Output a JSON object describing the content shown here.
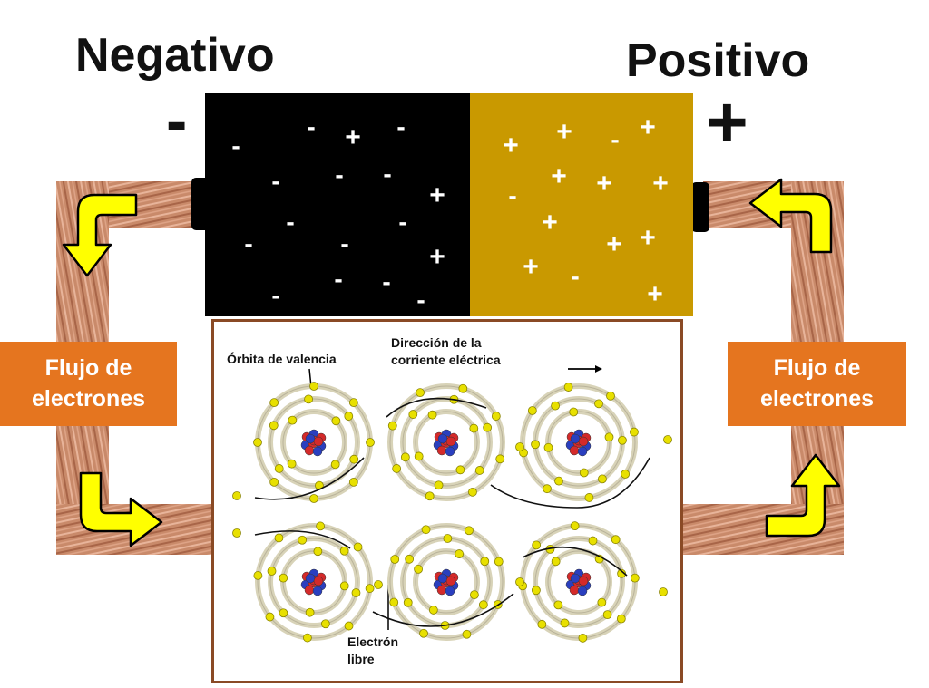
{
  "labels": {
    "negative_title": "Negativo",
    "positive_title": "Positivo",
    "negative_sign": "-",
    "positive_sign": "+"
  },
  "battery": {
    "negative_color": "#000000",
    "positive_color": "#c99900",
    "negative_side_charges": [
      "-",
      "-",
      "+",
      "-",
      "-",
      "-",
      "-",
      "+",
      "-",
      "-",
      "-",
      "-",
      "+",
      "-",
      "-",
      "-",
      "-"
    ],
    "positive_side_charges": [
      "+",
      "+",
      "-",
      "+",
      "+",
      "+",
      "+",
      "-",
      "+",
      "+",
      "+",
      "+",
      "-",
      "+"
    ]
  },
  "flow_boxes": {
    "left": {
      "line1": "Flujo de",
      "line2": "electrones"
    },
    "right": {
      "line1": "Flujo de",
      "line2": "electrones"
    },
    "color": "#e5751f"
  },
  "arrows": {
    "color": "#ffff00",
    "outline": "#000000",
    "icon": "curved-arrow-icon"
  },
  "wire": {
    "color": "#c98a6a",
    "icon": "copper-wire"
  },
  "atoms_panel": {
    "border_color": "#8a4a25",
    "valence_label": "Órbita de valencia",
    "current_label_line1": "Dirección de la",
    "current_label_line2": "corriente eléctrica",
    "free_electron_line1": "Electrón",
    "free_electron_line2": "libre",
    "nucleus_colors": [
      "#d42a2a",
      "#2a3fbf"
    ],
    "electron_color": "#e8e000"
  }
}
